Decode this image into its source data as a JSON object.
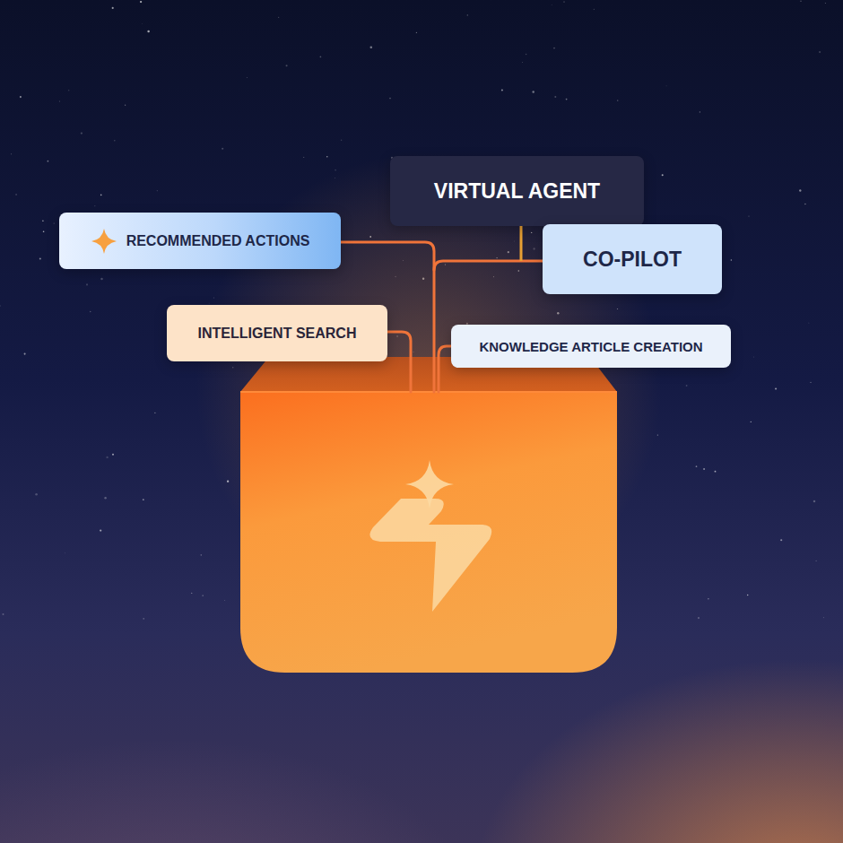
{
  "diagram": {
    "nodes": [
      {
        "text": [
          "VIRTUAL AGENT"
        ]
      },
      {
        "text": [
          "RECOMMENDED ACTIONS"
        ]
      },
      {
        "text": [
          "CO-PILOT"
        ]
      },
      {
        "text": [
          "INTELLIGENT SEARCH"
        ]
      },
      {
        "text": [
          "KNOWLEDGE ARTICLE CREATION"
        ]
      }
    ]
  }
}
